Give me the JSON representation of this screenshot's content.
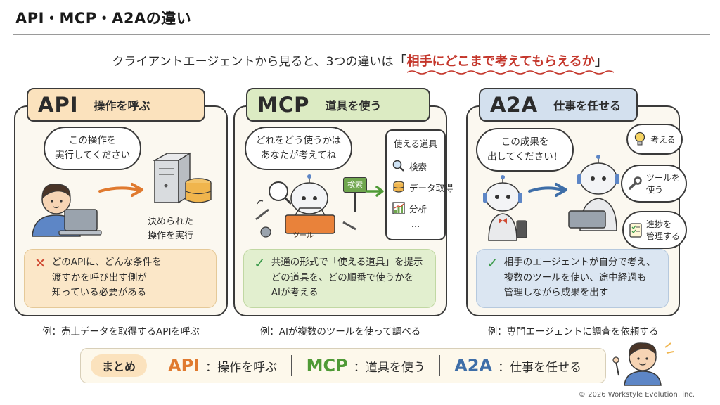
{
  "page_title": "API・MCP・A2Aの違い",
  "subtitle": {
    "lead": "クライアントエージェントから見ると、3つの違いは",
    "open": "「",
    "accent": "相手にどこまで考えてもらえるか",
    "close": "」"
  },
  "cards": {
    "api": {
      "key": "API",
      "tagline": "操作を呼ぶ",
      "bubble": [
        "この操作を",
        "実行してください"
      ],
      "server_label": [
        "決められた",
        "操作を実行"
      ],
      "result_mark": "✕",
      "result_lines": [
        "どのAPIに、どんな条件を",
        "渡すかを呼び出す側が",
        "知っている必要がある"
      ],
      "example": "例：売上データを取得するAPIを呼ぶ"
    },
    "mcp": {
      "key": "MCP",
      "tagline": "道具を使う",
      "bubble": [
        "どれをどう使うかは",
        "あなたが考えてね"
      ],
      "search_sign": "検索",
      "toolbox_label": "ツール",
      "tool_list_title": "使える道具",
      "tool_list": [
        {
          "icon": "magnifier-icon",
          "label": "検索"
        },
        {
          "icon": "database-icon",
          "label": "データ取得"
        },
        {
          "icon": "chart-icon",
          "label": "分析"
        }
      ],
      "tool_list_more": "…",
      "result_mark": "✓",
      "result_lines": [
        "共通の形式で「使える道具」を提示",
        "どの道具を、どの順番で使うかを",
        "AIが考える"
      ],
      "example": "例：AIが複数のツールを使って調べる"
    },
    "a2a": {
      "key": "A2A",
      "tagline": "仕事を任せる",
      "bubble": [
        "この成果を",
        "出してください！"
      ],
      "thoughts": [
        {
          "icon": "lightbulb-icon",
          "lines": [
            "考える"
          ]
        },
        {
          "icon": "wrench-icon",
          "lines": [
            "ツールを",
            "使う"
          ]
        },
        {
          "icon": "checklist-icon",
          "lines": [
            "進捗を",
            "管理する"
          ]
        }
      ],
      "result_mark": "✓",
      "result_lines": [
        "相手のエージェントが自分で考え、",
        "複数のツールを使い、途中経過も",
        "管理しながら成果を出す"
      ],
      "example": "例：専門エージェントに調査を依頼する"
    }
  },
  "summary": {
    "badge": "まとめ",
    "items": [
      {
        "key": "API",
        "text": "：操作を呼ぶ"
      },
      {
        "key": "MCP",
        "text": "：道具を使う"
      },
      {
        "key": "A2A",
        "text": "：仕事を任せる"
      }
    ]
  },
  "copyright": "© 2026 Workstyle Evolution, inc.",
  "colors": {
    "api": "#e07a2f",
    "mcp": "#4f9a36",
    "a2a": "#3e6ea8",
    "accent_red": "#c4362b"
  }
}
